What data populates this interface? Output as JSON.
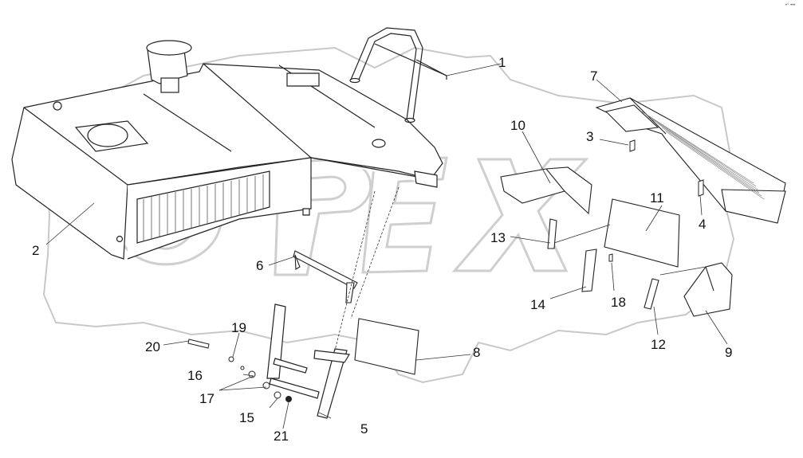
{
  "diagram": {
    "watermark": "OPEX",
    "corner_mark": "•° •••",
    "callouts": [
      {
        "id": "1",
        "text": "1"
      },
      {
        "id": "2",
        "text": "2"
      },
      {
        "id": "3",
        "text": "3"
      },
      {
        "id": "4",
        "text": "4"
      },
      {
        "id": "5",
        "text": "5"
      },
      {
        "id": "6",
        "text": "6"
      },
      {
        "id": "7",
        "text": "7"
      },
      {
        "id": "8",
        "text": "8"
      },
      {
        "id": "9",
        "text": "9"
      },
      {
        "id": "10",
        "text": "10"
      },
      {
        "id": "11",
        "text": "11"
      },
      {
        "id": "12",
        "text": "12"
      },
      {
        "id": "13",
        "text": "13"
      },
      {
        "id": "14",
        "text": "14"
      },
      {
        "id": "15",
        "text": "15"
      },
      {
        "id": "16",
        "text": "16"
      },
      {
        "id": "17",
        "text": "17"
      },
      {
        "id": "18",
        "text": "18"
      },
      {
        "id": "19",
        "text": "19"
      },
      {
        "id": "20",
        "text": "20"
      },
      {
        "id": "21",
        "text": "21"
      }
    ],
    "colors": {
      "line": "#222222",
      "watermark": "#cfcfcf",
      "fill": "#ffffff",
      "grille": "#555555"
    }
  }
}
